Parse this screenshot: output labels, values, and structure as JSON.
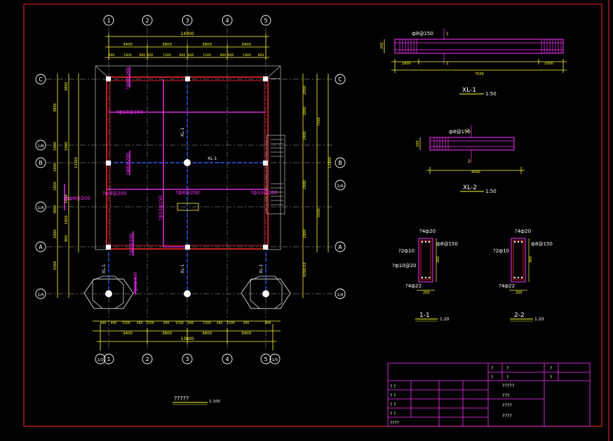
{
  "colors": {
    "background": "#000000",
    "frame": "#ff2a2a",
    "dimension": "#ffff33",
    "label": "#ffffff",
    "rebar": "#ff33ff",
    "axis": "#2a5cff",
    "beam": "#ff2a2a",
    "grid": "#888888",
    "stair": "#aaaaaa"
  },
  "plan": {
    "col_axes": [
      "1",
      "2",
      "3",
      "4",
      "5"
    ],
    "bottom_axes": [
      "1/1",
      "1",
      "2",
      "3",
      "4",
      "5",
      "1/5"
    ],
    "row_axes": [
      "C",
      "1/B",
      "B",
      "1/A",
      "A",
      "1/A"
    ],
    "row_axes_right": [
      "C",
      "B",
      "1/A",
      "A",
      "1/A"
    ],
    "top_total": "14000",
    "top_spans": [
      "3400",
      "3800",
      "3800",
      "3400"
    ],
    "top_sub": [
      "800",
      "1800",
      "800",
      "800",
      "1500",
      "800",
      "800",
      "1500",
      "800",
      "800",
      "1800",
      "800"
    ],
    "bottom_total": "13800",
    "bottom_spans": [
      "3400",
      "3800",
      "3800",
      "3400"
    ],
    "bottom_sub": [
      "800",
      "400",
      "1500",
      "400",
      "1500",
      "400",
      "1500",
      "400",
      "1500",
      "400",
      "1500",
      "400",
      "800"
    ],
    "left_dims": [
      "4300",
      "1800",
      "3800",
      "1800",
      "1800",
      "1800",
      "3800",
      "900",
      "1800",
      "1800",
      "1800",
      "3800"
    ],
    "left_total": "13300",
    "right_dims": [
      "2000",
      "1800",
      "2400",
      "2900",
      "1800",
      "4200.03"
    ],
    "right_total": "13300",
    "right_mid": [
      "7500",
      "5500"
    ],
    "beam_labels": [
      "XL-1",
      "XL-1",
      "XL-1",
      "XL-1",
      "XL-1",
      "XL-1"
    ],
    "rebar_labels": [
      "?ф8@200",
      "?ф10@150",
      "?ф8@200",
      "?ф8@200",
      "?ф10@150",
      "?ф8@200",
      "?ф8@200",
      "?ф10@200",
      "?ф8@200",
      "фф8@200"
    ],
    "title": "?????",
    "scale": "1:100"
  },
  "section_xl1": {
    "title": "XL-1",
    "scale": "1:50",
    "rebar": "ф8@150",
    "height": "200",
    "end_left": "1800",
    "end_right": "1000",
    "length": "7500",
    "mark": "1"
  },
  "section_xl2": {
    "title": "XL-2",
    "scale": "1:50",
    "rebar": "ф8@150",
    "height": "200",
    "length": "4000",
    "mark": "2"
  },
  "section_11": {
    "title": "1-1",
    "scale": "1:20",
    "top": "?4ф20",
    "side": "?2ф10",
    "stirrup": "ф8@150",
    "bottom_left": "?ф10@20",
    "bottom": "?4ф22",
    "width": "200",
    "height": "300"
  },
  "section_22": {
    "title": "2-2",
    "scale": "1:20",
    "top": "?4ф20",
    "side": "?2ф10",
    "stirrup": "ф8@150",
    "bottom": "?4ф22",
    "width": "200",
    "height": "300"
  },
  "title_block": {
    "header": [
      "?",
      "?",
      "?",
      "?",
      "?",
      "?"
    ],
    "left_rows": [
      "? ?",
      "? ?",
      "? ?",
      "? ?",
      "????"
    ],
    "right_rows": [
      "?????",
      "???",
      "????",
      "????"
    ]
  }
}
